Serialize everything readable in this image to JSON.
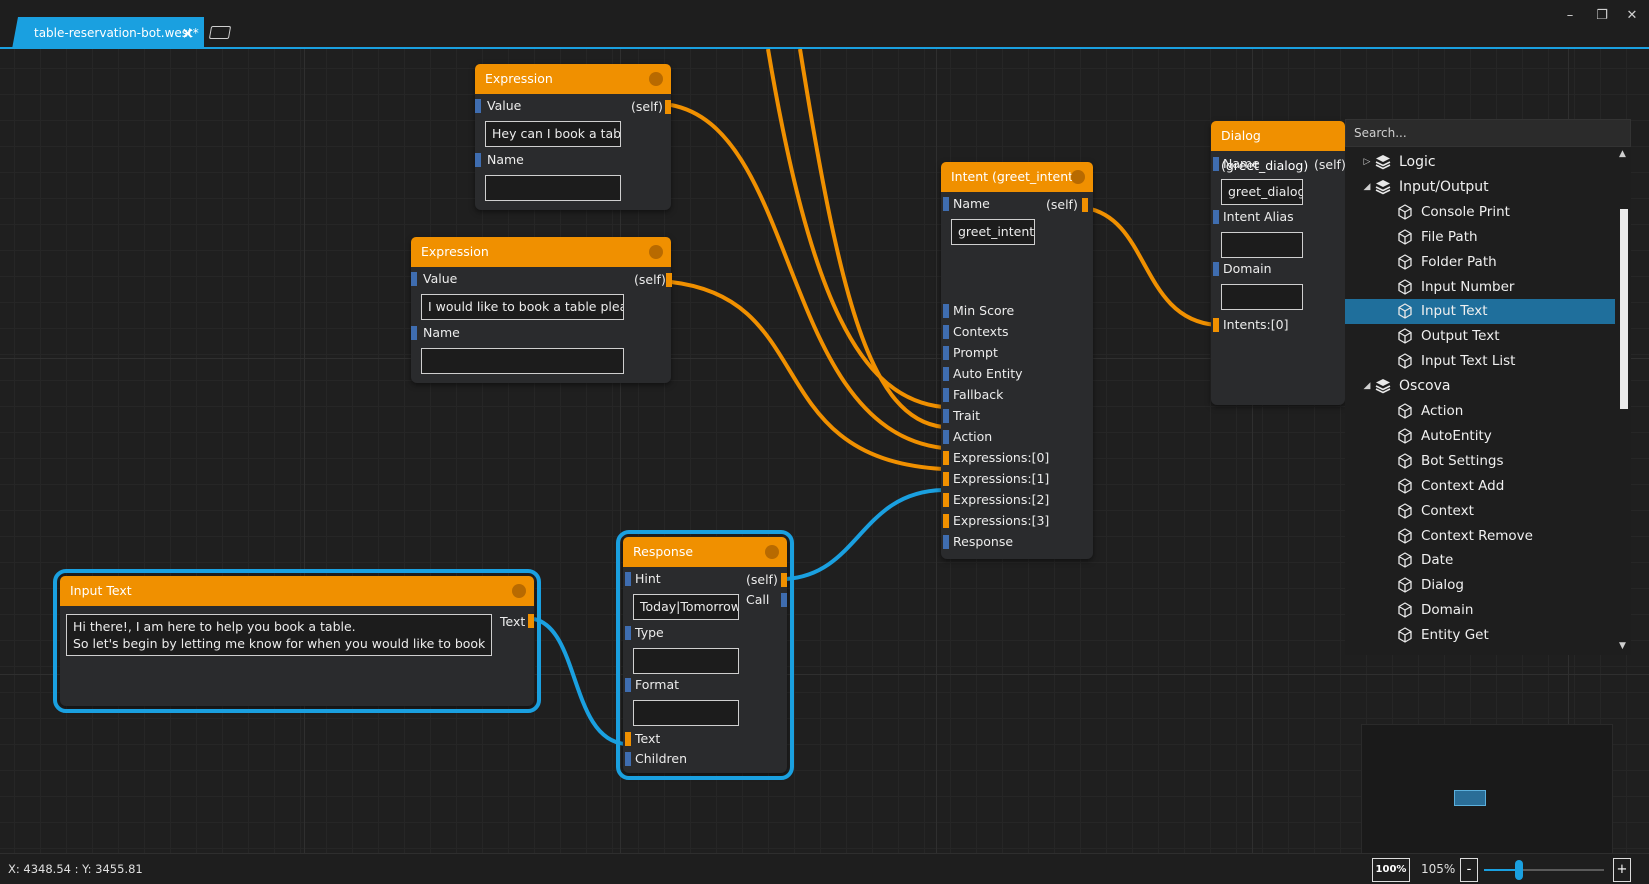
{
  "colors": {
    "accent": "#1aa0e0",
    "node_header": "#f09000",
    "wire_orange": "#f09000",
    "wire_blue": "#1aa0e0",
    "selected_item": "#1f6f9c"
  },
  "tab": {
    "title": "table-reservation-bot.west*"
  },
  "nodes": {
    "expr1": {
      "title": "Expression",
      "value_label": "Value",
      "self_label": "(self)",
      "value": "Hey can I book a table",
      "name_label": "Name",
      "name_value": ""
    },
    "expr2": {
      "title": "Expression",
      "value_label": "Value",
      "self_label": "(self)",
      "value": "I would like to book a table please",
      "name_label": "Name",
      "name_value": ""
    },
    "intent": {
      "title": "Intent (greet_intent)",
      "name_label": "Name",
      "self_label": "(self)",
      "name_value": "greet_intent",
      "ports": [
        "Min Score",
        "Contexts",
        "Prompt",
        "Auto Entity",
        "Fallback",
        "Trait",
        "Action",
        "Expressions:[0]",
        "Expressions:[1]",
        "Expressions:[2]",
        "Expressions:[3]",
        "Response"
      ]
    },
    "dialog": {
      "title": "Dialog (greet_dialog)",
      "name_label": "Name",
      "self_label": "(self)",
      "name_value": "greet_dialog",
      "alias_label": "Intent Alias",
      "alias_value": "",
      "domain_label": "Domain",
      "domain_value": "",
      "intents_label": "Intents:[0]"
    },
    "input_text": {
      "title": "Input Text",
      "text": "Hi there!, I am here to help you book a table.\nSo let's begin by letting me know for when you would like to book a table?",
      "out_label": "Text"
    },
    "response": {
      "title": "Response",
      "hint_label": "Hint",
      "self_label": "(self)",
      "call_label": "Call",
      "hint_value": "Today|Tomorrow",
      "type_label": "Type",
      "type_value": "",
      "format_label": "Format",
      "format_value": "",
      "text_label": "Text",
      "children_label": "Children"
    }
  },
  "toolbox": {
    "search_placeholder": "Search...",
    "items": [
      {
        "label": "Logic",
        "kind": "category",
        "expanded": false,
        "icon": "layers-icon"
      },
      {
        "label": "Input/Output",
        "kind": "category",
        "expanded": true,
        "icon": "layers-icon"
      },
      {
        "label": "Console Print",
        "kind": "node",
        "icon": "cube-icon"
      },
      {
        "label": "File Path",
        "kind": "node",
        "icon": "cube-icon"
      },
      {
        "label": "Folder Path",
        "kind": "node",
        "icon": "cube-icon"
      },
      {
        "label": "Input Number",
        "kind": "node",
        "icon": "cube-icon"
      },
      {
        "label": "Input Text",
        "kind": "node",
        "icon": "cube-icon",
        "selected": true
      },
      {
        "label": "Output Text",
        "kind": "node",
        "icon": "cube-icon"
      },
      {
        "label": "Input Text List",
        "kind": "node",
        "icon": "cube-icon"
      },
      {
        "label": "Oscova",
        "kind": "category",
        "expanded": true,
        "icon": "layers-icon"
      },
      {
        "label": "Action",
        "kind": "node",
        "icon": "cube-icon"
      },
      {
        "label": "AutoEntity",
        "kind": "node",
        "icon": "cube-icon"
      },
      {
        "label": "Bot Settings",
        "kind": "node",
        "icon": "cube-icon"
      },
      {
        "label": "Context Add",
        "kind": "node",
        "icon": "cube-icon"
      },
      {
        "label": "Context",
        "kind": "node",
        "icon": "cube-icon"
      },
      {
        "label": "Context Remove",
        "kind": "node",
        "icon": "cube-icon"
      },
      {
        "label": "Date",
        "kind": "node",
        "icon": "cube-icon"
      },
      {
        "label": "Dialog",
        "kind": "node",
        "icon": "cube-icon"
      },
      {
        "label": "Domain",
        "kind": "node",
        "icon": "cube-icon"
      },
      {
        "label": "Entity Get",
        "kind": "node",
        "icon": "cube-icon"
      }
    ]
  },
  "status": {
    "coords": "X: 4348.54 : Y: 3455.81",
    "zoom_reset_label": "100%",
    "zoom_value": "105%",
    "zoom_minus": "-",
    "zoom_plus": "+",
    "zoom_slider_fraction": 0.29
  }
}
